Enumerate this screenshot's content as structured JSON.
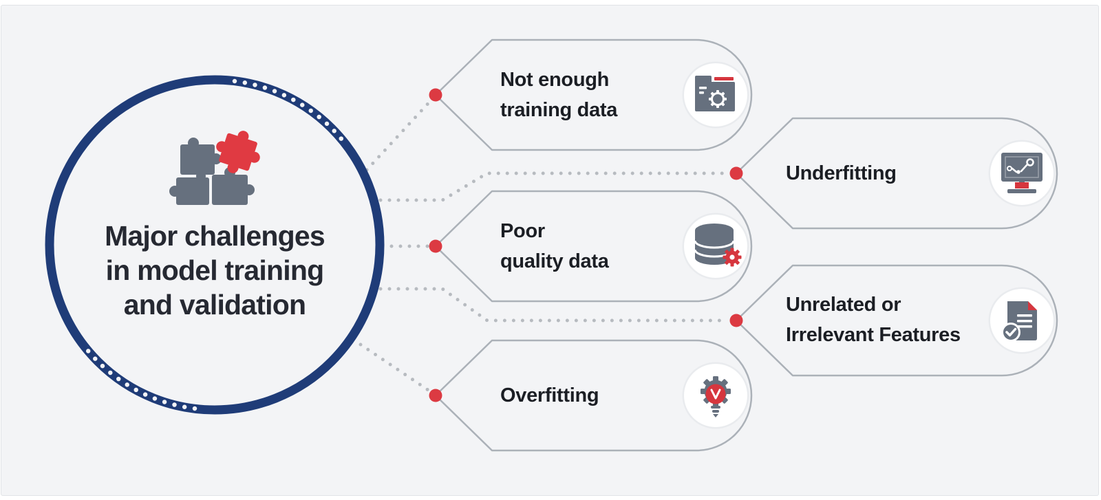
{
  "title": "Major challenges\nin model training\nand validation",
  "center_icon": "puzzle-pieces-icon",
  "items": [
    {
      "label": "Not enough\ntraining data",
      "icon": "folder-gear-icon"
    },
    {
      "label": "Underfitting",
      "icon": "monitor-chart-icon"
    },
    {
      "label": "Poor\nquality data",
      "icon": "database-gear-icon"
    },
    {
      "label": "Unrelated or\nIrrelevant Features",
      "icon": "document-check-icon"
    },
    {
      "label": "Overfitting",
      "icon": "bulb-gear-icon"
    }
  ],
  "colors": {
    "background": "#f3f4f6",
    "navy_ring": "#1f3c78",
    "accent_red": "#dc3a42",
    "icon_slate": "#66707e",
    "pill_outline": "#abb1b8",
    "connector_dot": "#b7bbc0",
    "text": "#1b1e24"
  }
}
